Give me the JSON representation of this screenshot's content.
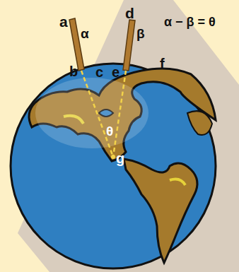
{
  "diagram": {
    "labels": [
      "a",
      "α",
      "b",
      "c",
      "d",
      "β",
      "e",
      "f",
      "θ",
      "g",
      "α − β = θ"
    ]
  }
}
